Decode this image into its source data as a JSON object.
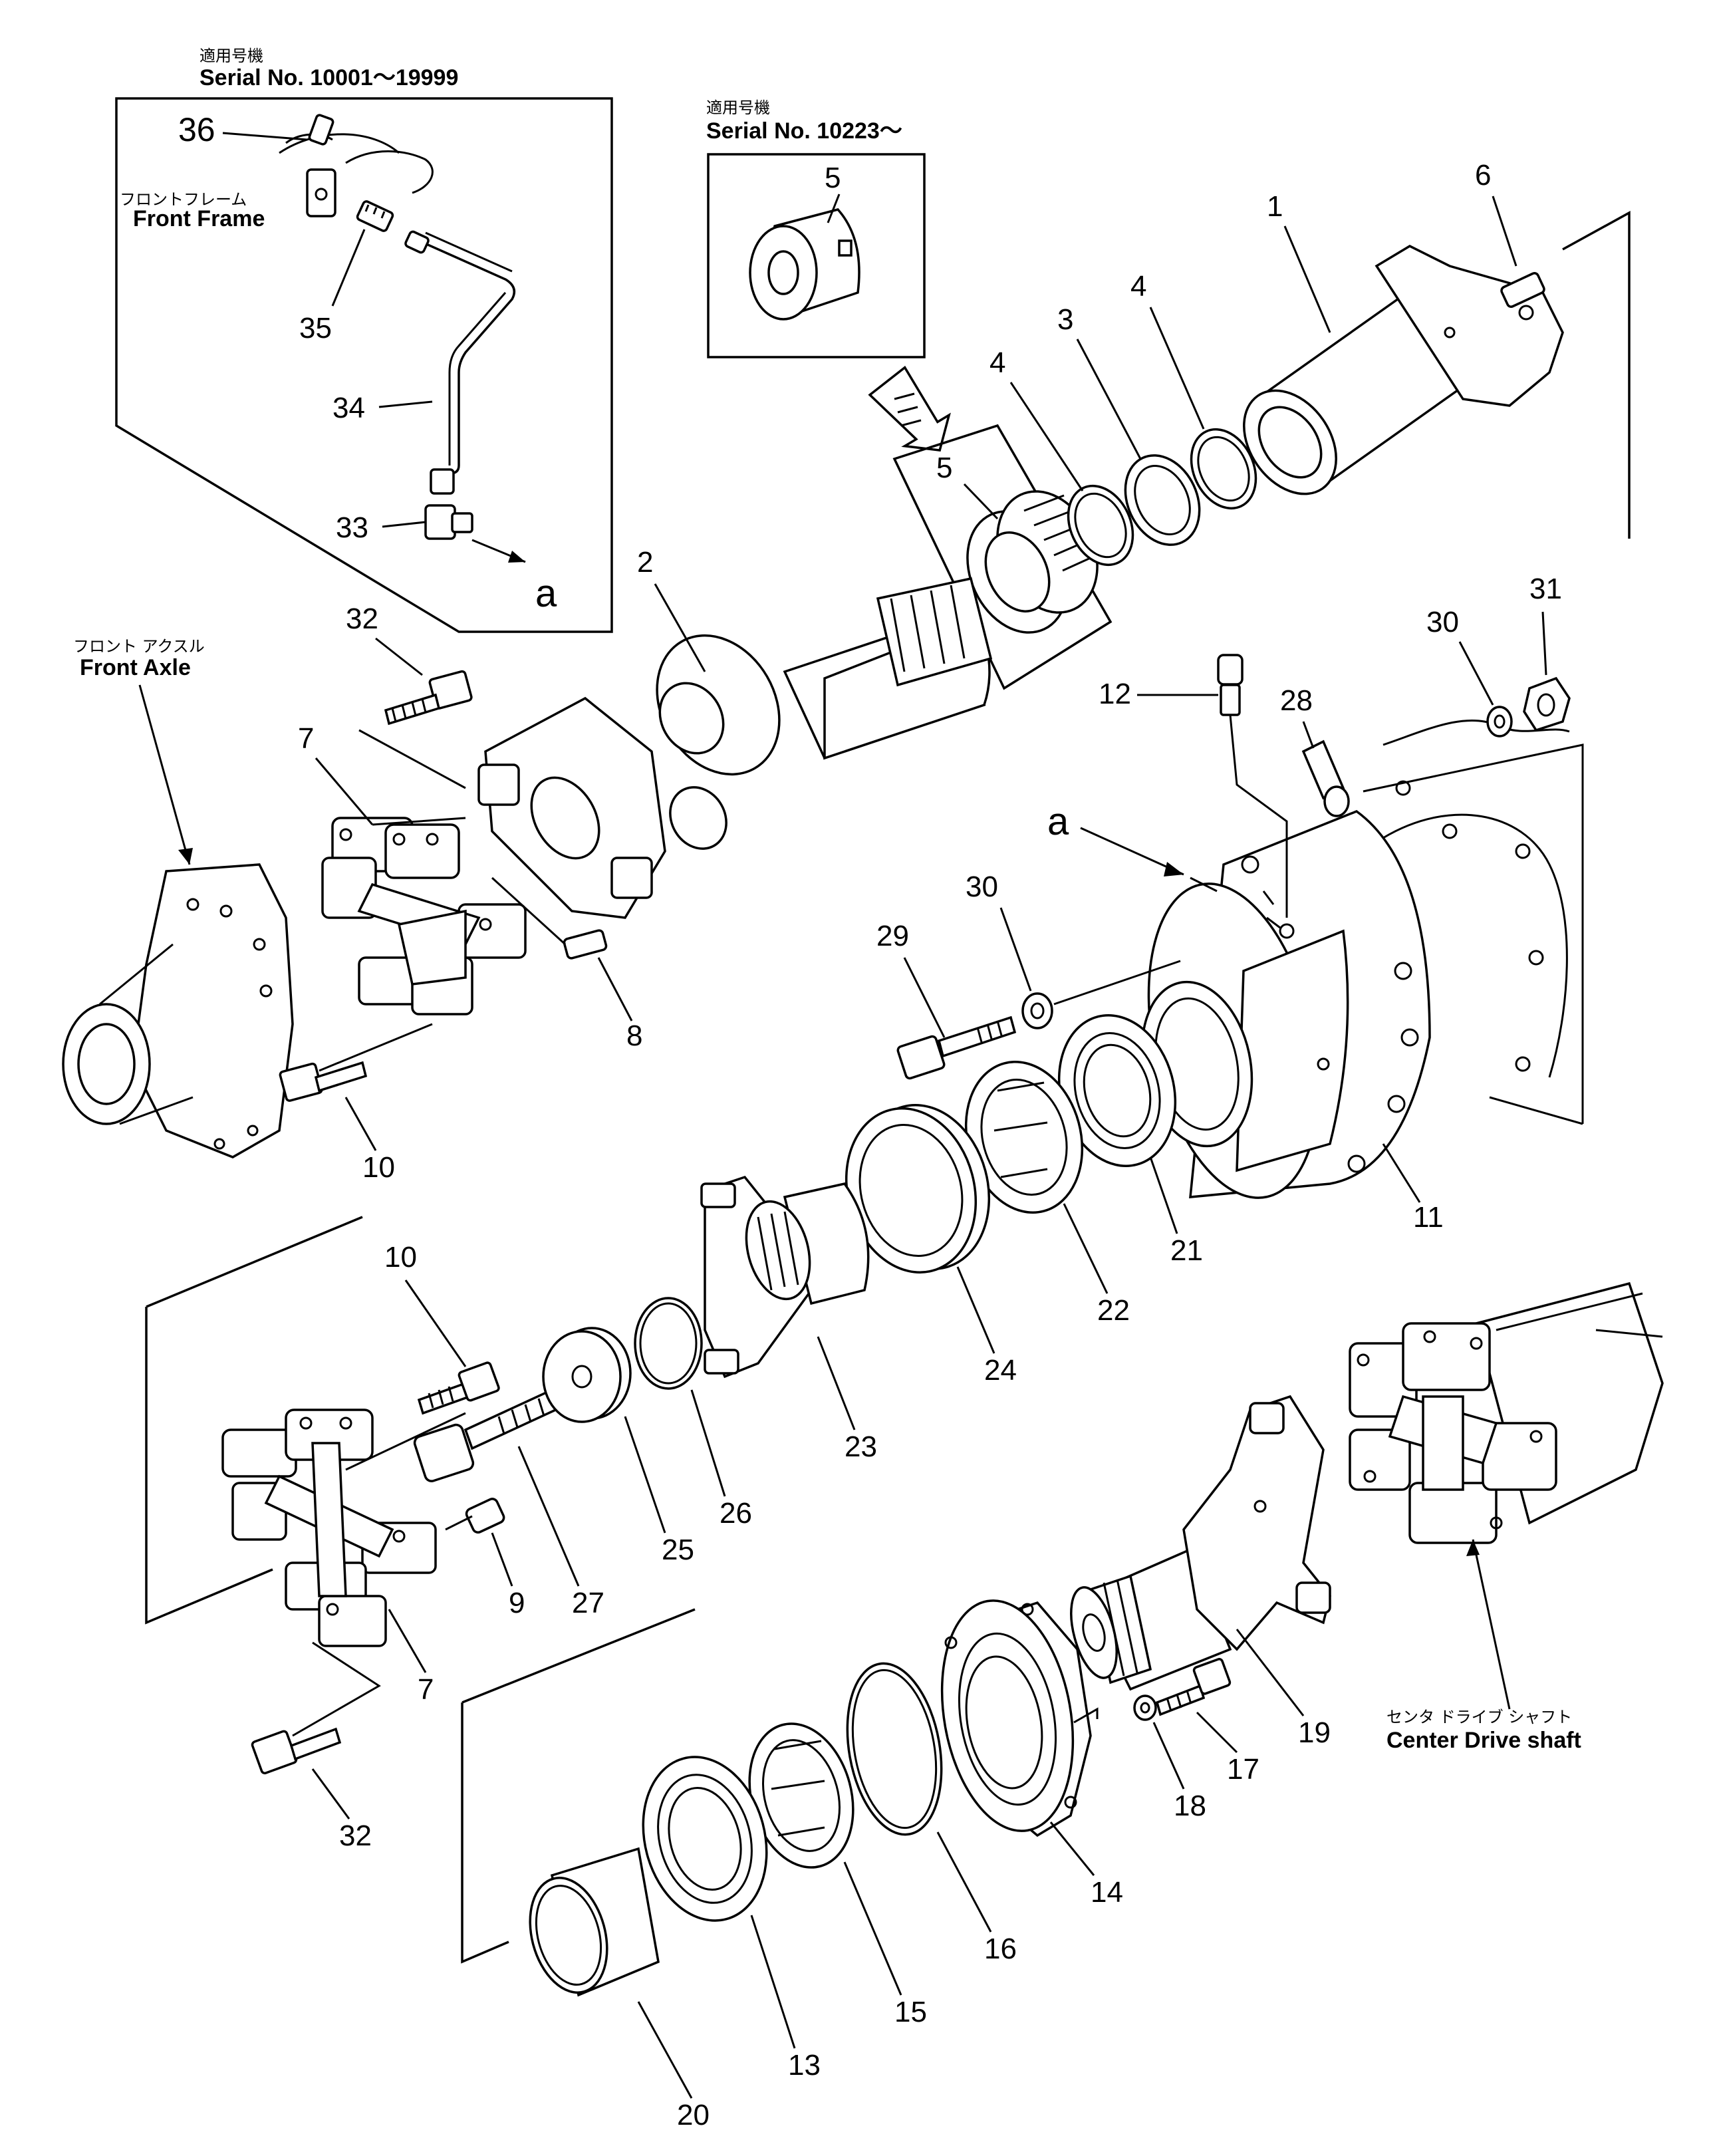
{
  "insets": {
    "top_left": {
      "jp": "適用号機",
      "serial": "Serial No. 10001～19999"
    },
    "top_mid": {
      "jp": "適用号機",
      "serial": "Serial No. 10223～"
    }
  },
  "labels": {
    "front_frame_jp": "フロントフレーム",
    "front_frame": "Front Frame",
    "front_axle_jp": "フロント アクスル",
    "front_axle": "Front Axle",
    "center_drive_jp": "センタ ドライブ シャフト",
    "center_drive": "Center Drive shaft",
    "ref_a1": "a",
    "ref_a2": "a"
  },
  "callouts": [
    "36",
    "35",
    "34",
    "33",
    "5",
    "5",
    "1",
    "6",
    "4",
    "3",
    "4",
    "2",
    "32",
    "7",
    "8",
    "10",
    "12",
    "28",
    "30",
    "31",
    "29",
    "30",
    "11",
    "21",
    "22",
    "24",
    "23",
    "10",
    "25",
    "26",
    "27",
    "9",
    "7",
    "32",
    "14",
    "19",
    "17",
    "18",
    "16",
    "15",
    "13",
    "20"
  ],
  "icons": [
    "exploded-parts-drawing"
  ]
}
